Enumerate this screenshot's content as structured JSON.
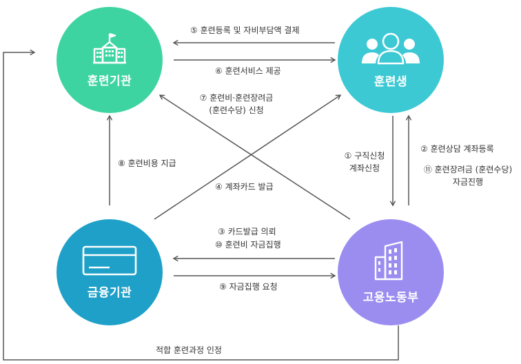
{
  "nodes": {
    "institution": {
      "label": "훈련기관",
      "color": "#3dd4a2",
      "icon": "school-icon"
    },
    "trainee": {
      "label": "훈련생",
      "color": "#3cc9d4",
      "icon": "people-icon"
    },
    "finance": {
      "label": "금융기관",
      "color": "#1ea0c8",
      "icon": "card-icon"
    },
    "ministry": {
      "label": "고용노동부",
      "color": "#9b8df0",
      "icon": "building-icon"
    }
  },
  "edges": {
    "e5": "⑤ 훈련등록 및 자비부담액 결제",
    "e6": "⑥ 훈련서비스 제공",
    "e7_line1": "⑦ 훈련비·훈련장려금",
    "e7_line2": "(훈련수당) 신청",
    "e8": "⑧ 훈련비용 지급",
    "e4": "④ 계좌카드 발급",
    "e1_line1": "① 구직신청",
    "e1_line2": "계좌신청",
    "e2": "② 훈련상담 계좌등록",
    "e11_line1": "⑪ 훈련장려금 (훈련수당)",
    "e11_line2": "자금진행",
    "e3": "③ 카드발급 의뢰",
    "e10": "⑩ 훈련비 자금집행",
    "e9": "⑨ 자금집행 요청",
    "bottom": "적합 훈련과정 인정"
  },
  "colors": {
    "line": "#555555"
  }
}
